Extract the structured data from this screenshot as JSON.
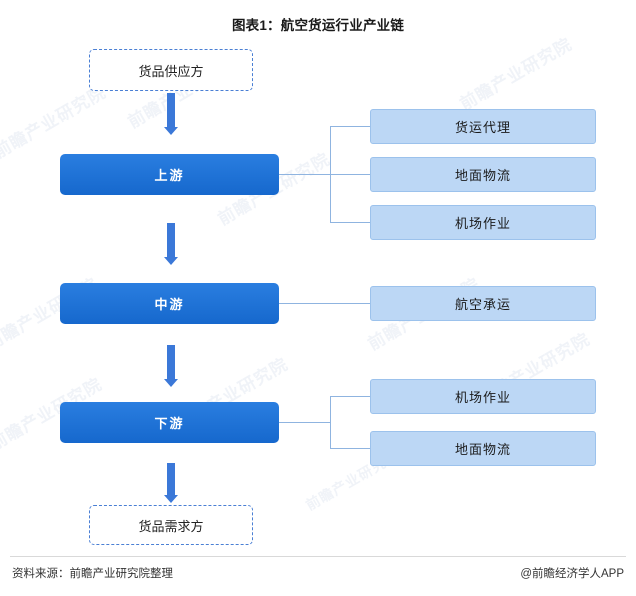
{
  "title": "图表1：航空货运行业产业链",
  "footer": {
    "source": "资料来源：前瞻产业研究院整理",
    "brand": "@前瞻经济学人APP"
  },
  "watermark": {
    "text": "前瞻产业研究院"
  },
  "chart_data": {
    "type": "diagram",
    "title": "图表1：航空货运行业产业链",
    "nodes": {
      "supplier": "货品供应方",
      "upstream": "上游",
      "midstream": "中游",
      "downstream": "下游",
      "demander": "货品需求方"
    },
    "branches": {
      "upstream": [
        "货运代理",
        "地面物流",
        "机场作业"
      ],
      "midstream": [
        "航空承运"
      ],
      "downstream": [
        "机场作业",
        "地面物流"
      ]
    },
    "colors": {
      "main_node": "#1f6fd0",
      "sub_node": "#bcd7f5",
      "arrow": "#3b78d8",
      "dashed_border": "#4a7fd4",
      "connector": "#8fb4e0"
    }
  }
}
